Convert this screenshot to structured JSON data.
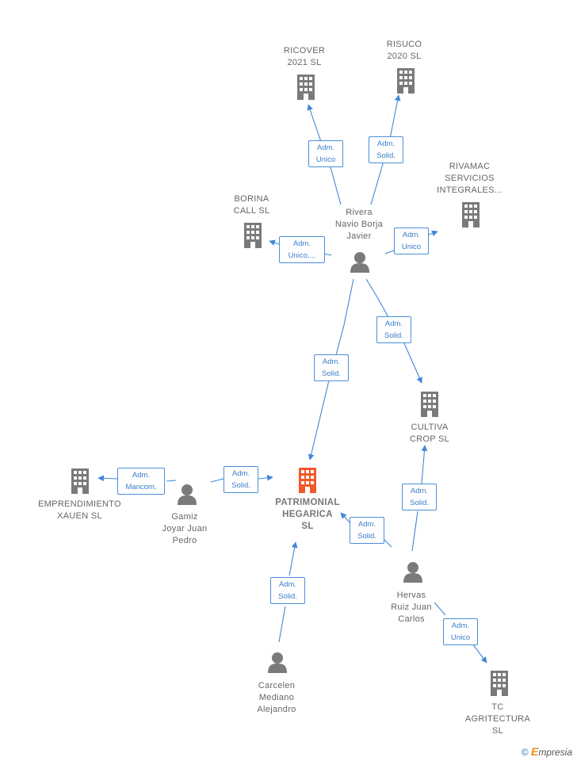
{
  "companies": {
    "ricover": "RICOVER\n2021  SL",
    "risuco": "RISUCO\n2020  SL",
    "rivamac": "RIVAMAC\nSERVICIOS\nINTEGRALES...",
    "borina": "BORINA\nCALL  SL",
    "cultiva": "CULTIVA\nCROP  SL",
    "emprendimiento": "EMPRENDIMIENTO\nXAUEN  SL",
    "patrimonial": "PATRIMONIAL\nHEGARICA\nSL",
    "tc": "TC\nAGRITECTURA\nSL"
  },
  "people": {
    "rivera": "Rivera\nNavio Borja\nJavier",
    "gamiz": "Gamiz\nJoyar Juan\nPedro",
    "hervas": "Hervas\nRuiz Juan\nCarlos",
    "carcelen": "Carcelen\nMediano\nAlejandro"
  },
  "edges": {
    "rivera_ricover": "Adm.\nUnico",
    "rivera_risuco": "Adm.\nSolid.",
    "rivera_rivamac": "Adm.\nUnico",
    "rivera_borina": "Adm.\nUnico,...",
    "rivera_cultiva": "Adm.\nSolid.",
    "rivera_patrimonial": "Adm.\nSolid.",
    "gamiz_emprendimiento": "Adm.\nMancom.",
    "gamiz_patrimonial": "Adm.\nSolid.",
    "hervas_patrimonial": "Adm.\nSolid.",
    "hervas_cultiva": "Adm.\nSolid.",
    "hervas_tc": "Adm.\nUnico",
    "carcelen_patrimonial": "Adm.\nSolid."
  },
  "footer": {
    "copyright": "©",
    "brand_first": "E",
    "brand_rest": "mpresia"
  },
  "colors": {
    "building": "#7a7a7a",
    "main_building": "#f05a28",
    "person": "#7a7a7a",
    "edge": "#3f87d8"
  }
}
